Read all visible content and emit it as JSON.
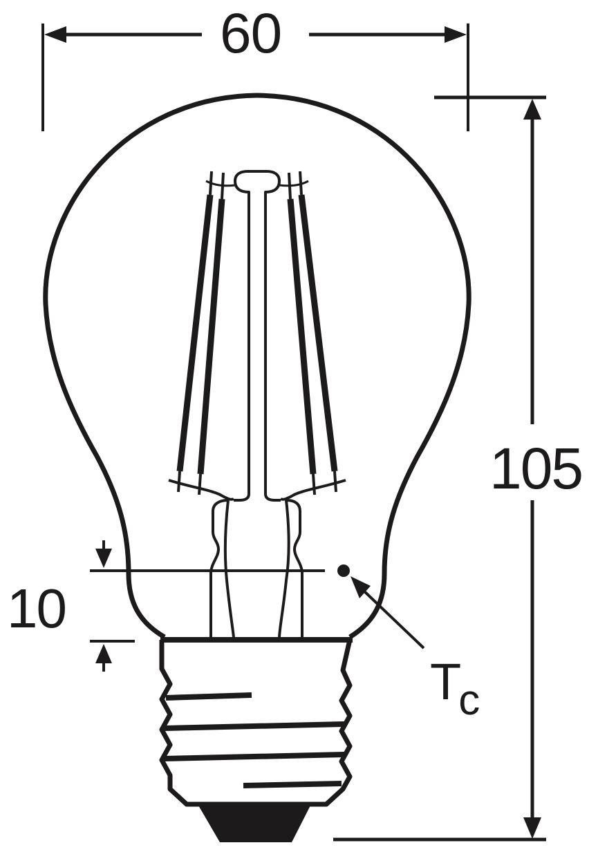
{
  "diagram": {
    "type": "dimension-drawing",
    "subject": "LED filament bulb (A-shape, screw base)",
    "colors": {
      "ink": "#1c1a1a",
      "background": "#ffffff"
    },
    "dimensions": {
      "width": {
        "value": "60",
        "orientation": "horizontal",
        "position": "top"
      },
      "height": {
        "value": "105",
        "orientation": "vertical",
        "position": "right"
      },
      "neck": {
        "value": "10",
        "orientation": "vertical",
        "position": "left-lower"
      }
    },
    "annotations": {
      "tc_main": "T",
      "tc_sub": "c"
    },
    "parts": [
      "glass-bulb-outline",
      "filament-strands",
      "central-stem",
      "support-wires",
      "screw-base",
      "base-contact",
      "tc-measurement-point"
    ]
  }
}
